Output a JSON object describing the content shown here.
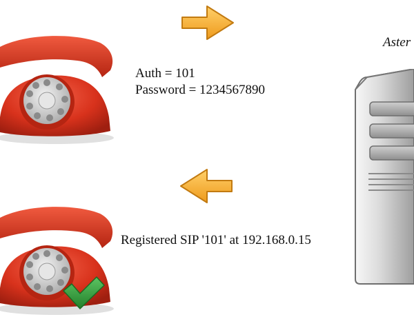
{
  "request": {
    "auth_line": "Auth = 101",
    "password_line": "Password = 1234567890"
  },
  "response": {
    "registered_line": "Registered SIP '101' at 192.168.0.15"
  },
  "server": {
    "label_visible": "Aster"
  },
  "colors": {
    "phone_red": "#d8321c",
    "arrow_orange": "#f3aa2d",
    "check_green": "#2e9b3a",
    "server_gray": "#c8c8c8"
  },
  "icons": {
    "top_phone": "rotary-phone-icon",
    "bottom_phone": "rotary-phone-icon",
    "check": "checkmark-icon",
    "arrow_right": "arrow-right-icon",
    "arrow_left": "arrow-left-icon",
    "server": "server-icon"
  }
}
